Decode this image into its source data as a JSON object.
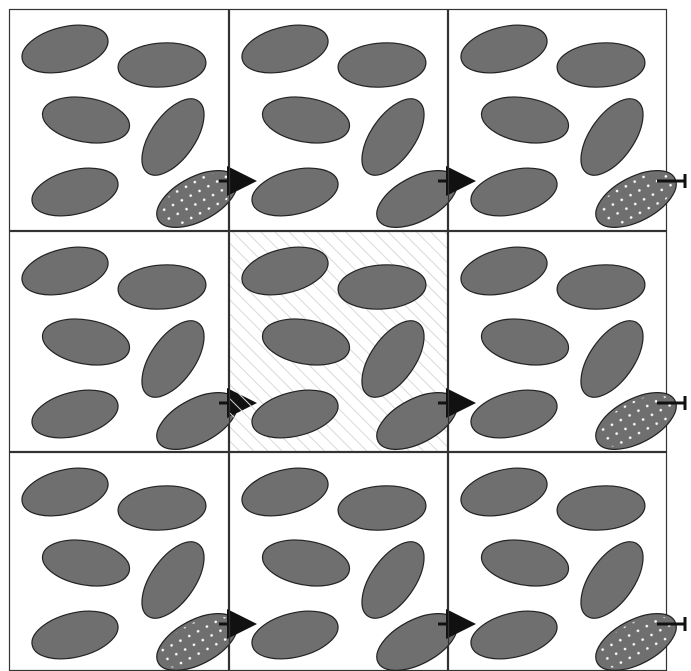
{
  "figure": {
    "rows": 3,
    "cols": 3,
    "colors": {
      "background": "#ffffff",
      "border": "#333333",
      "ellipse_fill": "#6f6f6f",
      "ellipse_stroke": "#222222",
      "arrow": "#111111",
      "dots": "#ffffff",
      "hatch": "#d9d9d9"
    },
    "cells": [
      {
        "row": 0,
        "col": 0,
        "hatched": false,
        "arrow": "arrow",
        "dotted_ellipse": "bottom-right"
      },
      {
        "row": 0,
        "col": 1,
        "hatched": false,
        "arrow": "arrow",
        "dotted_ellipse": "none"
      },
      {
        "row": 0,
        "col": 2,
        "hatched": false,
        "arrow": "t-bar",
        "dotted_ellipse": "bottom-right"
      },
      {
        "row": 1,
        "col": 0,
        "hatched": false,
        "arrow": "arrow",
        "dotted_ellipse": "none"
      },
      {
        "row": 1,
        "col": 1,
        "hatched": true,
        "arrow": "arrow",
        "dotted_ellipse": "none"
      },
      {
        "row": 1,
        "col": 2,
        "hatched": false,
        "arrow": "t-bar",
        "dotted_ellipse": "bottom-right"
      },
      {
        "row": 2,
        "col": 0,
        "hatched": false,
        "arrow": "arrow",
        "dotted_ellipse": "bottom-right"
      },
      {
        "row": 2,
        "col": 1,
        "hatched": false,
        "arrow": "arrow",
        "dotted_ellipse": "none"
      },
      {
        "row": 2,
        "col": 2,
        "hatched": false,
        "arrow": "t-bar",
        "dotted_ellipse": "bottom-right"
      }
    ]
  }
}
